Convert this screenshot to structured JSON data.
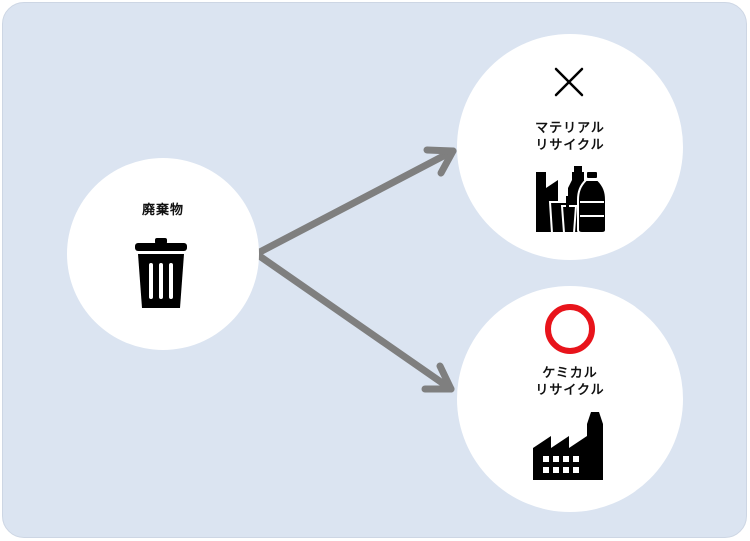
{
  "nodes": {
    "source": {
      "label": "廃棄物",
      "icon": "trash-can-icon"
    },
    "material": {
      "line1": "マテリアル",
      "line2": "リサイクル",
      "verdict_icon": "cross-mark-icon",
      "icon": "bottles-and-cups-icon"
    },
    "chemical": {
      "line1": "ケミカル",
      "line2": "リサイクル",
      "verdict_icon": "circle-mark-icon",
      "icon": "factory-icon"
    }
  },
  "colors": {
    "background": "#dbe4f1",
    "node_fill": "#ffffff",
    "arrow": "#7f7f7f",
    "icon": "#000000",
    "circle_mark": "#e8141b"
  }
}
